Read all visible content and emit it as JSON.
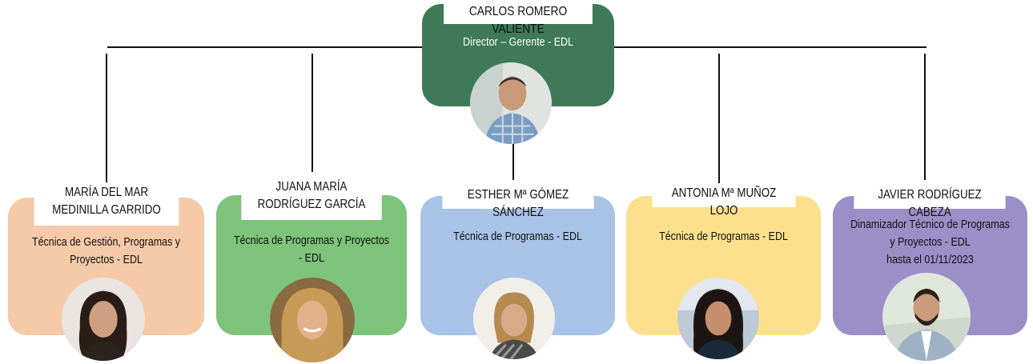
{
  "director": {
    "name": "CARLOS ROMERO VALIENTE",
    "role": "Director – Gerente - EDL",
    "color": "#3e7a57",
    "photo": "portrait-man-plaid-shirt"
  },
  "staff": [
    {
      "name": "MARÍA DEL MAR MEDINILLA GARRIDO",
      "role": "Técnica de Gestión, Programas y Proyectos - EDL",
      "color": "#f6c9a9",
      "photo": "portrait-woman-dark-hair"
    },
    {
      "name": "JUANA MARÍA RODRÍGUEZ GARCÍA",
      "role": "Técnica de Programas y Proyectos - EDL",
      "color": "#7dc37a",
      "photo": "portrait-woman-curly-blonde"
    },
    {
      "name": "ESTHER Mª GÓMEZ SÁNCHEZ",
      "role": "Técnica de Programas - EDL",
      "color": "#a9c3e7",
      "photo": "portrait-woman-blonde"
    },
    {
      "name": "ANTONIA Mª MUÑOZ LOJO",
      "role": "Técnica de Programas - EDL",
      "color": "#fde08d",
      "photo": "portrait-woman-dark-hair-outdoor"
    },
    {
      "name": "JAVIER RODRÍGUEZ CABEZA",
      "role": "Dinamizador Técnico de Programas y Proyectos - EDL\nhasta el 01/11/2023",
      "color": "#9b8fc8",
      "photo": "portrait-man-beard"
    }
  ]
}
